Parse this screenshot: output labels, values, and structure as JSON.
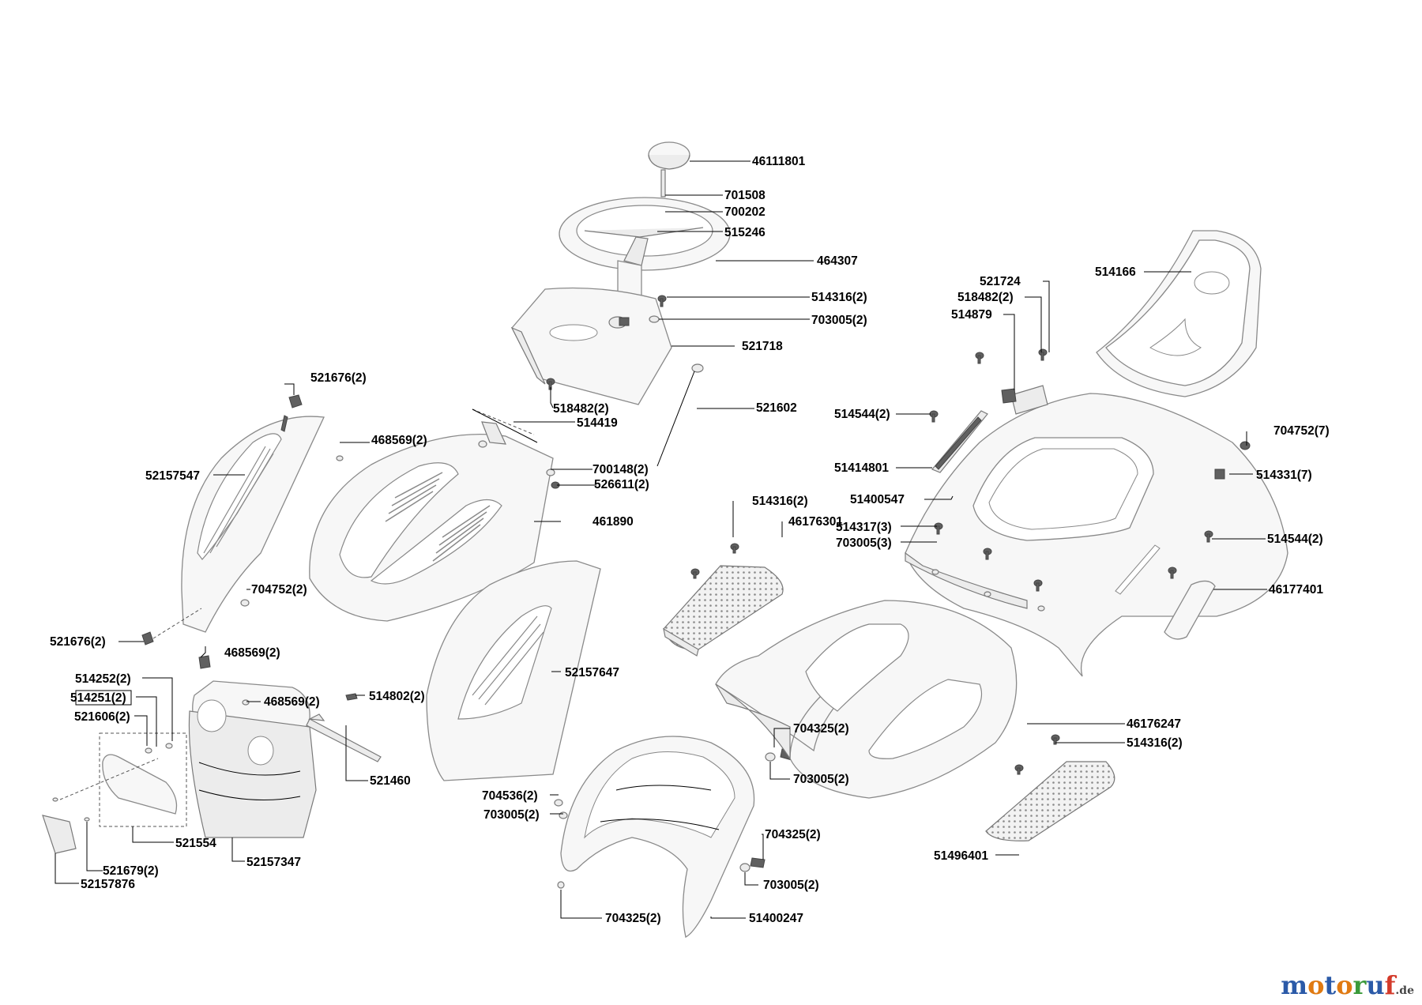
{
  "diagram": {
    "labels": {
      "p46111801": "46111801",
      "p701508": "701508",
      "p700202": "700202",
      "p515246": "515246",
      "p464307": "464307",
      "p514316_top": "514316(2)",
      "p703005_top": "703005(2)",
      "p521718": "521718",
      "p521602": "521602",
      "p518482_mid": "518482(2)",
      "p514419": "514419",
      "p521676_top": "521676(2)",
      "p468569_a": "468569(2)",
      "p52157547": "52157547",
      "p700148": "700148(2)",
      "p526611": "526611(2)",
      "p461890": "461890",
      "p704752_left": "704752(2)",
      "p521676_bot": "521676(2)",
      "p468569_b": "468569(2)",
      "p514252": "514252(2)",
      "p514251": "514251(2)",
      "p468569_c": "468569(2)",
      "p514802": "514802(2)",
      "p521606": "521606(2)",
      "p521460": "521460",
      "p521554": "521554",
      "p52157347": "52157347",
      "p521679": "521679(2)",
      "p52157876": "52157876",
      "p52157647": "52157647",
      "p704536": "704536(2)",
      "p703005_l": "703005(2)",
      "p704325_a": "704325(2)",
      "p703005_b": "703005(2)",
      "p704325_b": "704325(2)",
      "p703005_c": "703005(2)",
      "p704325_c": "704325(2)",
      "p51400247": "51400247",
      "p521724": "521724",
      "p518482_r": "518482(2)",
      "p514879": "514879",
      "p514166": "514166",
      "p514544_a": "514544(2)",
      "p51414801": "51414801",
      "p704752_right": "704752(7)",
      "p514331": "514331(7)",
      "p51400547": "51400547",
      "p514316_mid": "514316(2)",
      "p46176301": "46176301",
      "p514317": "514317(3)",
      "p703005_3": "703005(3)",
      "p514544_b": "514544(2)",
      "p46177401": "46177401",
      "p46176247": "46176247",
      "p514316_r": "514316(2)",
      "p51496401": "51496401"
    }
  },
  "watermark": {
    "text": "motoruf",
    "tld": ".de",
    "colors": [
      "#2b5aa8",
      "#e07a12",
      "#2b5aa8",
      "#e07a12",
      "#3a9a3a",
      "#2b5aa8",
      "#d33a2a"
    ]
  }
}
